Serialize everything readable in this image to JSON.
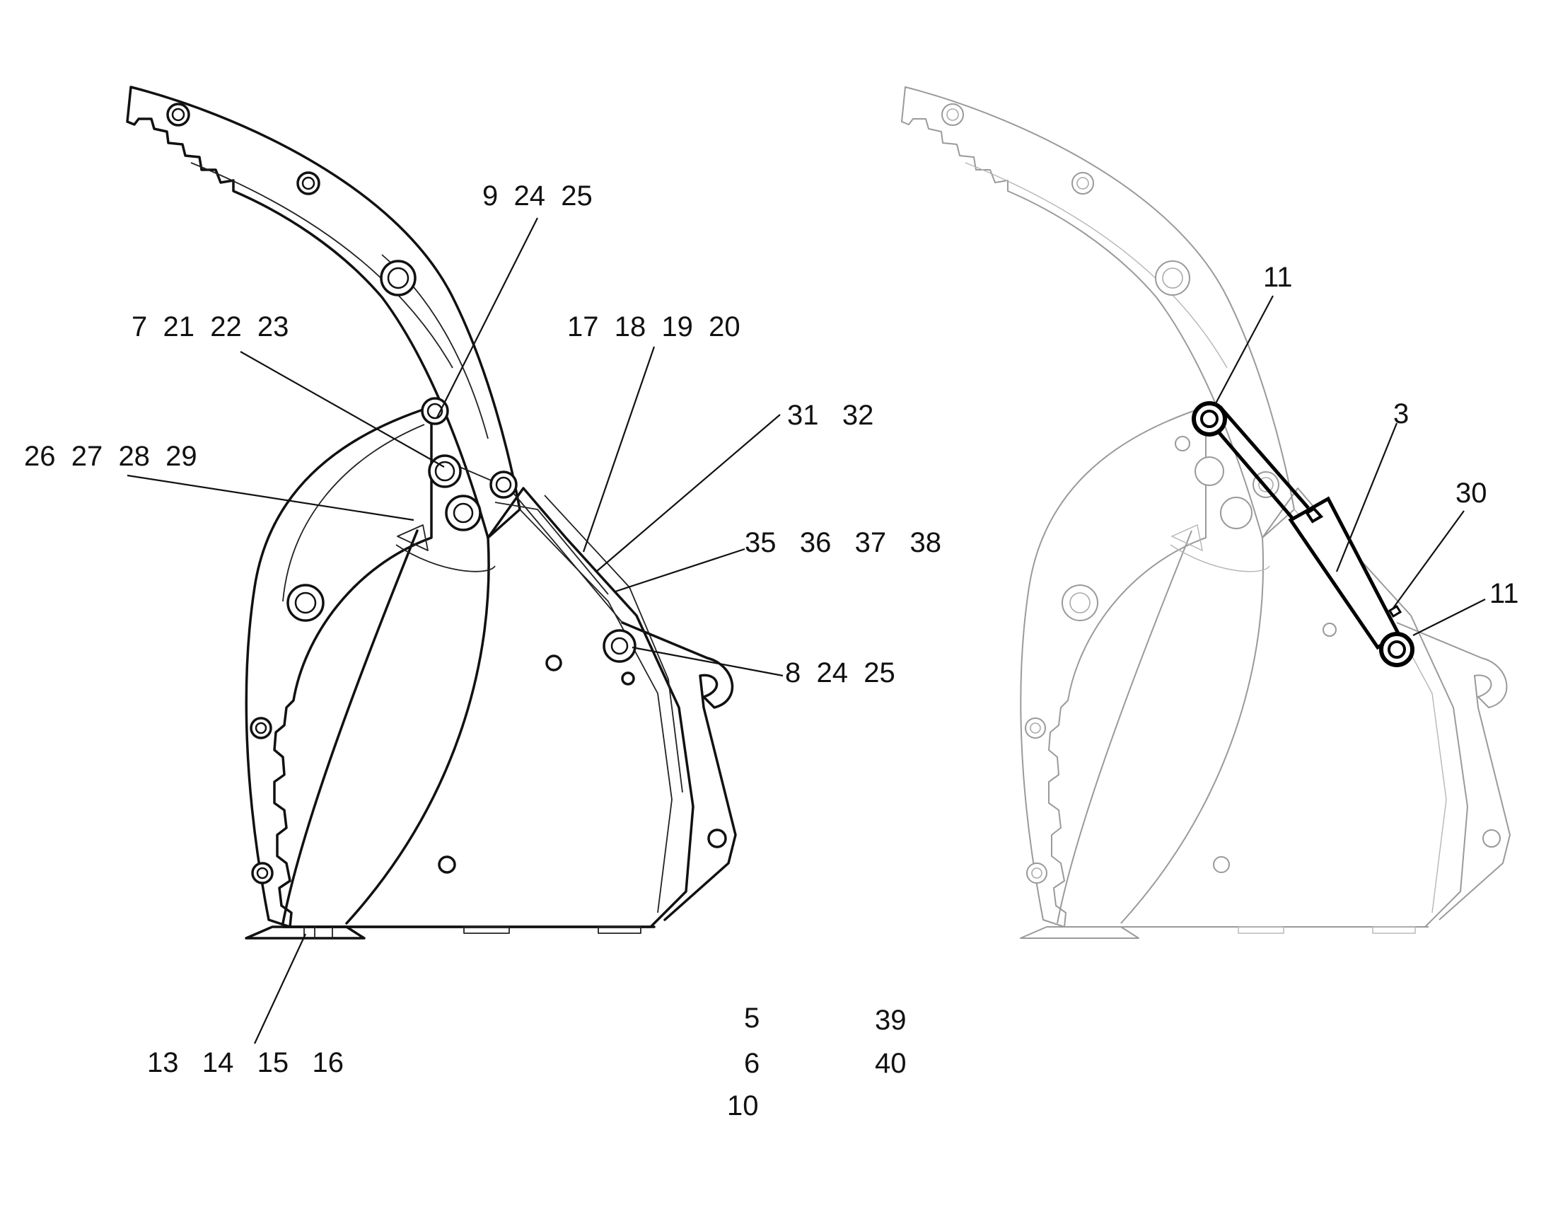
{
  "left_figure": {
    "labels": [
      {
        "text": "9  24  25"
      },
      {
        "text": "7  21  22  23"
      },
      {
        "text": "17  18  19  20"
      },
      {
        "text": "31   32"
      },
      {
        "text": "26  27  28  29"
      },
      {
        "text": "35   36   37   38"
      },
      {
        "text": "8  24  25"
      },
      {
        "text": "13   14   15   16"
      },
      {
        "text": "5"
      },
      {
        "text": "39"
      },
      {
        "text": "6"
      },
      {
        "text": "40"
      },
      {
        "text": "10"
      }
    ]
  },
  "right_figure": {
    "labels": [
      {
        "text": "11"
      },
      {
        "text": "3"
      },
      {
        "text": "30"
      },
      {
        "text": "11"
      }
    ]
  }
}
